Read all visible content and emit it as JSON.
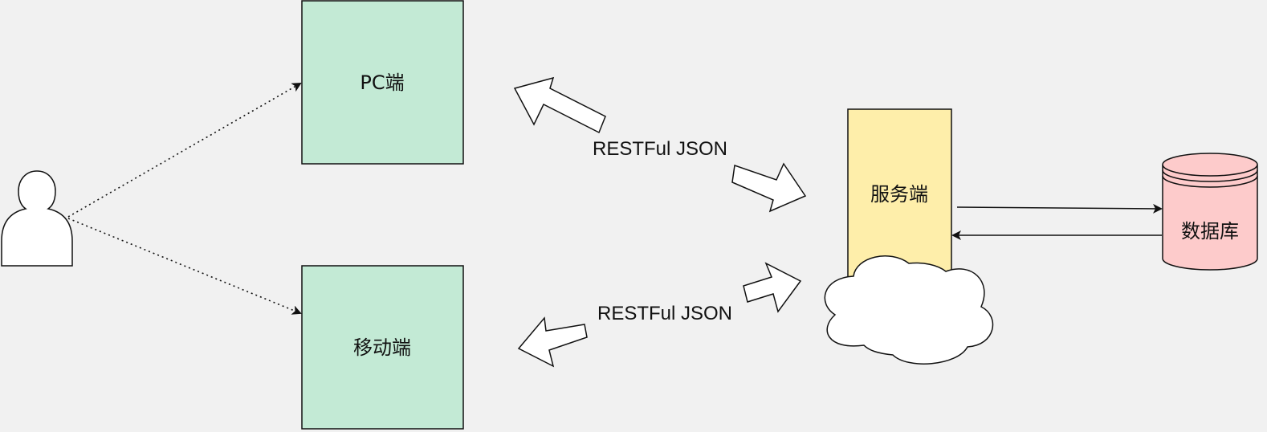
{
  "diagram": {
    "nodes": {
      "pc": {
        "label": "PC端"
      },
      "mobile": {
        "label": "移动端"
      },
      "server": {
        "label": "服务端"
      },
      "database": {
        "label": "数据库"
      }
    },
    "edge_labels": {
      "pc_link": "RESTFul JSON",
      "mobile_link": "RESTFul JSON"
    },
    "icons": {
      "user": "user-icon",
      "cloud": "cloud-icon",
      "database": "database-cylinder-icon"
    },
    "colors": {
      "background": "#f1f1f1",
      "client_fill": "#c3ead5",
      "server_fill": "#feeeaa",
      "database_fill": "#fdcbcb",
      "stroke": "#111111",
      "white": "#ffffff"
    }
  }
}
